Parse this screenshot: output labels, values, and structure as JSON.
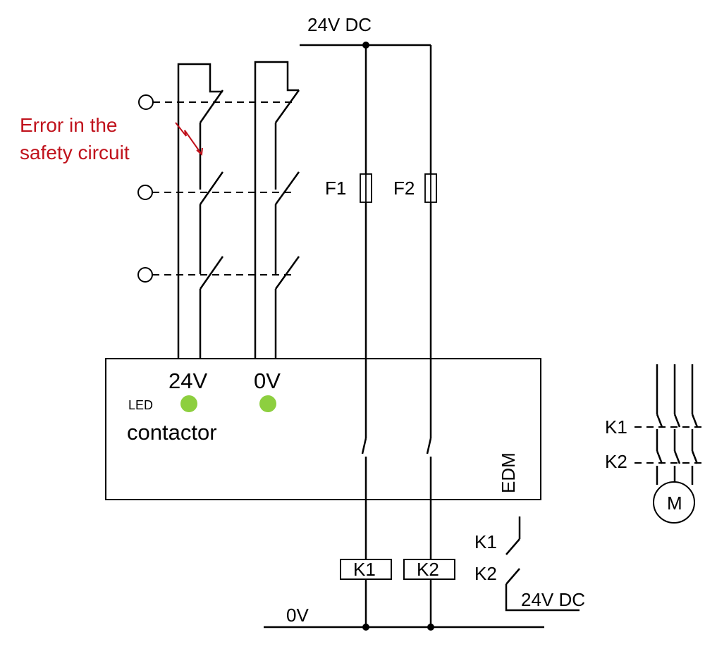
{
  "supply": {
    "top_label": "24V DC",
    "bottom_label": "0V"
  },
  "error": {
    "line1": "Error in the",
    "line2": "safety circuit",
    "color": "#c0121c"
  },
  "fuses": {
    "f1": "F1",
    "f2": "F2"
  },
  "relay_module": {
    "terminal_24v": "24V",
    "terminal_0v": "0V",
    "led_label": "LED",
    "contactor_label": "contactor",
    "edm_label": "EDM",
    "led_color": "#8dcf3f"
  },
  "coils": {
    "k1": "K1",
    "k2": "K2"
  },
  "feedback": {
    "k1": "K1",
    "k2": "K2",
    "supply": "24V DC"
  },
  "motor": {
    "k1": "K1",
    "k2": "K2",
    "symbol": "M"
  }
}
